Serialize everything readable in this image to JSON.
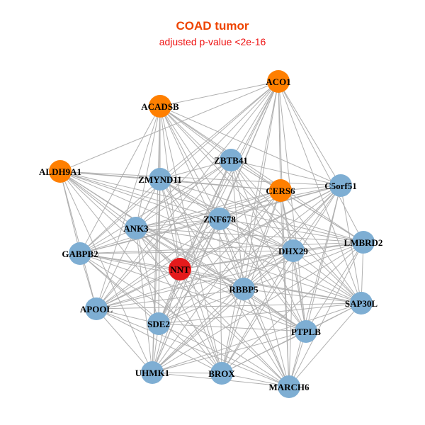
{
  "title": "COAD tumor",
  "subtitle": "adjusted p-value <2e-16",
  "colors": {
    "title": "#ee4400",
    "subtitle": "#ee1111",
    "edge": "#b0b0b0",
    "focus": "#e41a1c",
    "orange": "#ff7f00",
    "blue": "#7eaed3"
  },
  "nodes": [
    {
      "id": "ACO1",
      "group": "orange"
    },
    {
      "id": "ACADSB",
      "group": "orange"
    },
    {
      "id": "ALDH9A1",
      "group": "orange"
    },
    {
      "id": "ZMYND11",
      "group": "blue"
    },
    {
      "id": "ZBTB41",
      "group": "blue"
    },
    {
      "id": "CERS6",
      "group": "orange"
    },
    {
      "id": "C5orf51",
      "group": "blue"
    },
    {
      "id": "ANK3",
      "group": "blue"
    },
    {
      "id": "ZNF678",
      "group": "blue"
    },
    {
      "id": "GABPB2",
      "group": "blue"
    },
    {
      "id": "NNT",
      "group": "focus"
    },
    {
      "id": "DHX29",
      "group": "blue"
    },
    {
      "id": "LMBRD2",
      "group": "blue"
    },
    {
      "id": "RBBP5",
      "group": "blue"
    },
    {
      "id": "APOOL",
      "group": "blue"
    },
    {
      "id": "SDE2",
      "group": "blue"
    },
    {
      "id": "SAP30L",
      "group": "blue"
    },
    {
      "id": "PTPLB",
      "group": "blue"
    },
    {
      "id": "UHMK1",
      "group": "blue"
    },
    {
      "id": "BROX",
      "group": "blue"
    },
    {
      "id": "MARCH6",
      "group": "blue"
    }
  ],
  "edges": "dense (near-complete graph among all nodes)"
}
